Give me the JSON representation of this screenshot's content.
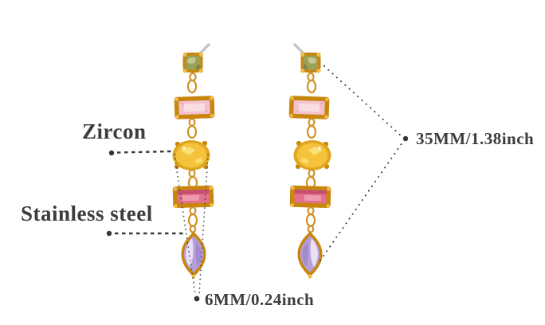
{
  "annotations": {
    "stone_material": {
      "label": "Zircon"
    },
    "metal_material": {
      "label": "Stainless steel"
    },
    "drop_length": {
      "label": "35MM/1.38inch"
    },
    "stone_width": {
      "label": "6MM/0.24inch"
    }
  },
  "colors": {
    "background": "#ffffff",
    "text": "#3d3d3d",
    "annotation_line": "#3a3a3a",
    "gold": "#c8860d",
    "gold_light": "#eebc4e",
    "silver_post": "#c6c6c8",
    "stud_green": "#9aa258",
    "stud_green_light": "#c3c98f",
    "baguette_pink": "#f3c2ce",
    "baguette_pink_light": "#fadde4",
    "oval_yellow": "#f4c33b",
    "oval_yellow_deep": "#e0a51e",
    "oval_yellow_light": "#fbe075",
    "baguette_rose": "#e26f8c",
    "baguette_rose_deep": "#c64f6c",
    "baguette_rose_light": "#f09aae",
    "marquise_purple": "#b69ed8",
    "marquise_purple_light": "#e8e1f3"
  }
}
